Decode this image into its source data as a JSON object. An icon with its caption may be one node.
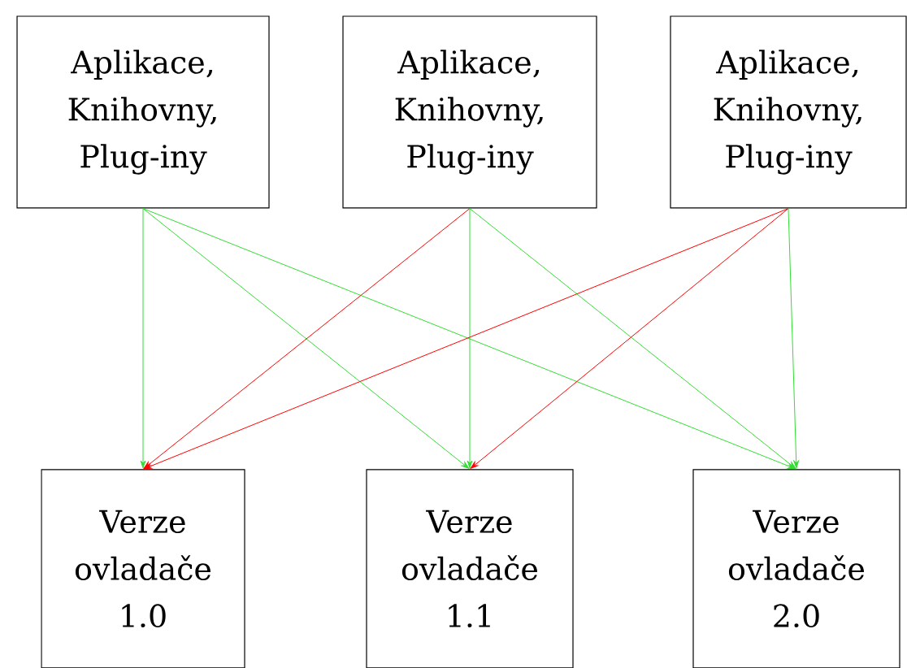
{
  "diagram": {
    "nodes": [
      {
        "text": [
          "Aplikace, Knihovny, Plug-iny"
        ]
      },
      {
        "text": [
          "Aplikace, Knihovny, Plug-iny"
        ]
      },
      {
        "text": [
          "Aplikace, Knihovny, Plug-iny"
        ]
      },
      {
        "text": [
          "Verze ovladače 1.0"
        ]
      },
      {
        "text": [
          "Verze ovladače 1.1"
        ]
      },
      {
        "text": [
          "Verze ovladače 2.0"
        ]
      }
    ],
    "edges": [
      {
        "from": 0,
        "to": 3,
        "arrow": "to"
      },
      {
        "from": 0,
        "to": 4,
        "arrow": "to"
      },
      {
        "from": 0,
        "to": 5,
        "arrow": "to"
      },
      {
        "from": 1,
        "to": 3,
        "arrow": "to",
        "color": "#ff0000"
      },
      {
        "from": 1,
        "to": 4,
        "arrow": "to"
      },
      {
        "from": 1,
        "to": 5,
        "arrow": "to"
      },
      {
        "from": 2,
        "to": 3,
        "arrow": "to",
        "color": "#ff0000"
      },
      {
        "from": 2,
        "to": 4,
        "arrow": "to",
        "color": "#ff0000"
      },
      {
        "from": 2,
        "to": 5,
        "arrow": "to"
      }
    ]
  }
}
